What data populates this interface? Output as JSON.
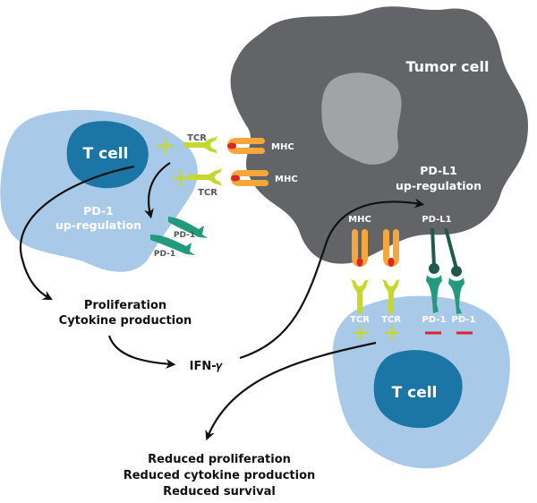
{
  "colors": {
    "tumor": "#636467",
    "tumor_nucleus": "#a2a3a5",
    "tcell": "#a9c9e9",
    "tcell_nucleus": "#1b76a6",
    "tcr": "#c5d82f",
    "mhc": "#f5a73b",
    "peptide": "#d9262b",
    "pd1": "#239a7e",
    "pdl1": "#1f5a4c",
    "inhibit": "#d9262b"
  },
  "tumor": {
    "label": "Tumor cell",
    "pdl1_line1": "PD-L1",
    "pdl1_line2": "up-regulation",
    "mhc_label": "MHC",
    "pdl1_label": "PD-L1"
  },
  "tcell_left": {
    "label": "T cell",
    "line1": "PD-1",
    "line2": "up-regulation",
    "tcr1": "TCR",
    "tcr2": "TCR",
    "mhc1": "MHC",
    "mhc2": "MHC",
    "pd1a": "PD-1",
    "pd1b": "PD-1"
  },
  "tcell_bottom": {
    "label": "T cell",
    "tcr1": "TCR",
    "tcr2": "TCR",
    "pd1a": "PD-1",
    "pd1b": "PD-1"
  },
  "outcomes": {
    "prolif": "Proliferation",
    "cytokine": "Cytokine production",
    "ifn": "IFN-𝛾",
    "reduced1": "Reduced proliferation",
    "reduced2": "Reduced cytokine production",
    "reduced3": "Reduced survival"
  }
}
